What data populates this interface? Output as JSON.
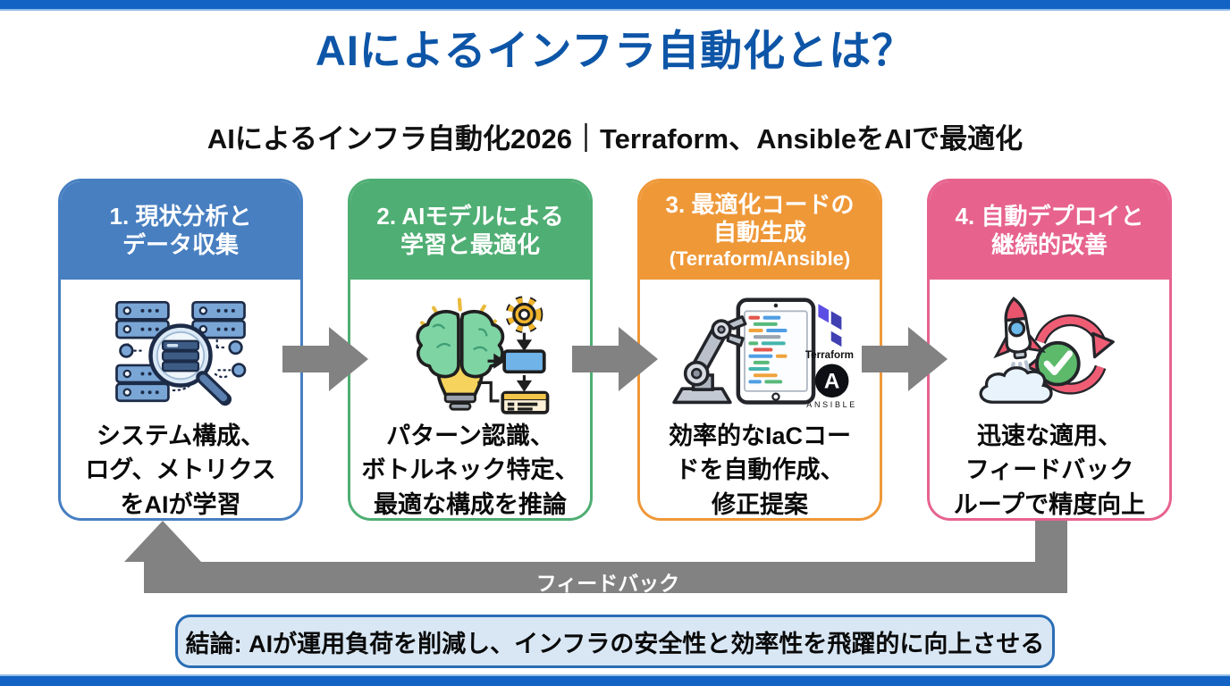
{
  "header": {
    "title": "AIによるインフラ自動化とは？",
    "subtitle": "AIによるインフラ自動化2026｜Terraform、AnsibleをAIで最適化"
  },
  "steps": [
    {
      "title": "1. 現状分析と\nデータ収集",
      "body": "システム構成、\nログ、メトリクス\nをAIが学習",
      "accent": "#477fc1",
      "icon": "server-search-icon"
    },
    {
      "title": "2. AIモデルによる\n学習と最適化",
      "body": "パターン認識、\nボトルネック特定、\n最適な構成を推論",
      "accent": "#4fae73",
      "icon": "brain-gear-icon"
    },
    {
      "title": "3. 最適化コードの\n自動生成",
      "title_note": "(Terraform/Ansible)",
      "body": "効率的なIaCコー\nドを自動作成、\n修正提案",
      "accent": "#ef9838",
      "icon": "robot-code-icon",
      "logos": {
        "terraform_label": "Terraform",
        "ansible_initial": "A",
        "ansible_label": "ANSIBLE",
        "terraform_color": "#5c4ee5",
        "ansible_color": "#0d0f14"
      }
    },
    {
      "title": "4. 自動デプロイと\n継続的改善",
      "body": "迅速な適用、\nフィードバック\nループで精度向上",
      "accent": "#e7638e",
      "icon": "rocket-loop-icon"
    }
  ],
  "flow": {
    "arrow_color": "#828282",
    "feedback_label": "フィードバック"
  },
  "conclusion": {
    "text": "結論: AIが運用負荷を削減し、インフラの安全性と効率性を飛躍的に向上させる",
    "bg": "#d9e7f4",
    "border_color": "#2a6db5"
  },
  "theme": {
    "bar_color": "#1263c4",
    "title_color": "#0d55a7"
  }
}
